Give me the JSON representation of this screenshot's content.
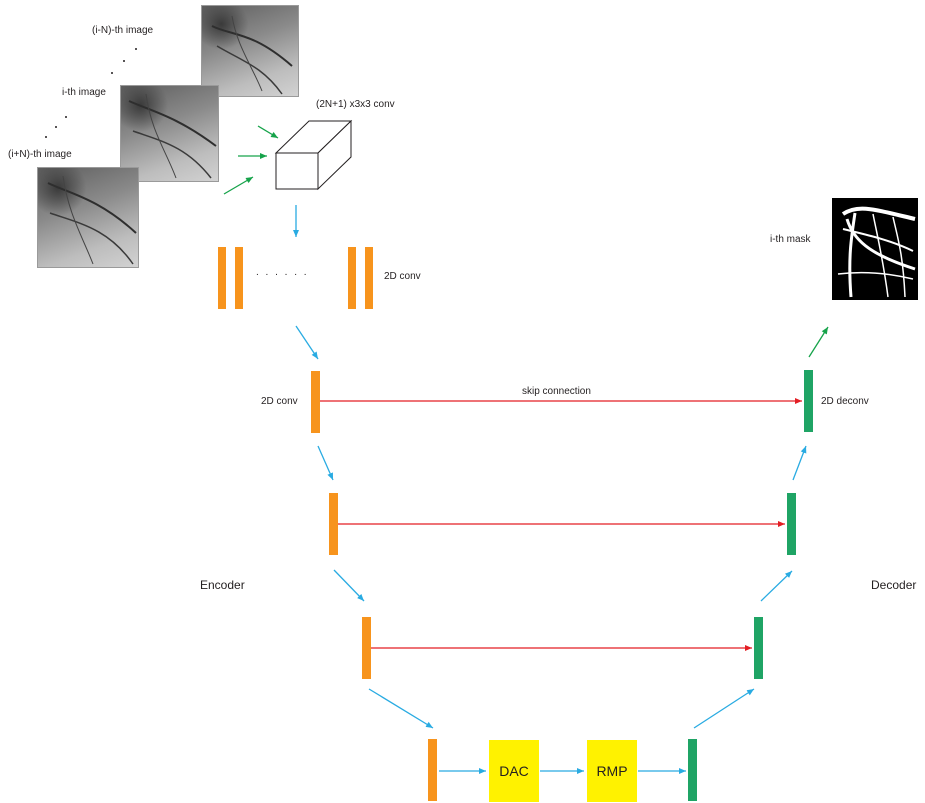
{
  "inputs": {
    "top_label": "(i-N)-th image",
    "middle_label": "i-th image",
    "bottom_label": "(i+N)-th image",
    "dots": ". . ."
  },
  "conv3d": {
    "label": "(2N+1) x3x3 conv"
  },
  "conv2d_stack": {
    "label": "2D conv",
    "dots": ". . . . . ."
  },
  "encoder": {
    "label": "Encoder",
    "first_conv_label": "2D conv"
  },
  "decoder": {
    "label": "Decoder",
    "deconv_label": "2D deconv"
  },
  "skip": {
    "label": "skip connection"
  },
  "bottleneck": {
    "dac_label": "DAC",
    "rmp_label": "RMP"
  },
  "output": {
    "label": "i-th mask"
  },
  "colors": {
    "encoder": "#f7941d",
    "decoder": "#1fa465",
    "module": "#fff200",
    "flow_arrow": "#29abe2",
    "input_arrow": "#16a34a",
    "skip_arrow": "#e31e24"
  }
}
